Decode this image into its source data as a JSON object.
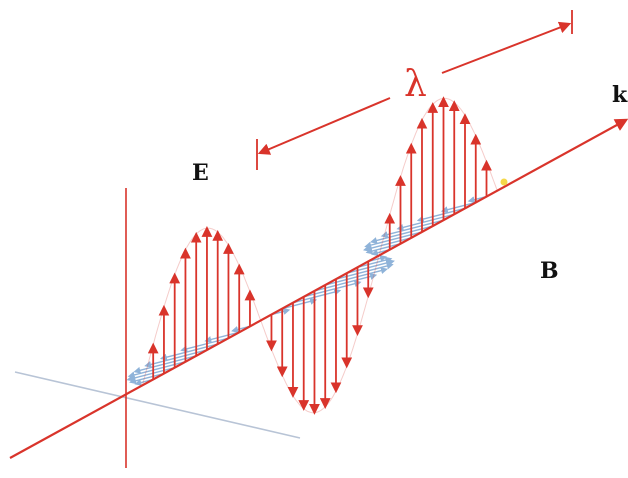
{
  "labels": {
    "electric_field": "E",
    "magnetic_field": "B",
    "wavevector": "k",
    "wavelength": "λ"
  },
  "colors": {
    "electric": "#d9342b",
    "magnetic": "#8fb3d9",
    "axes": "#b8c4d6",
    "highlight": "#f5d84a",
    "text": "#111111"
  },
  "wave": {
    "cycles_shown": 1.5,
    "e_vectors_per_half_cycle": 11,
    "b_vectors_per_half_cycle": 11
  }
}
